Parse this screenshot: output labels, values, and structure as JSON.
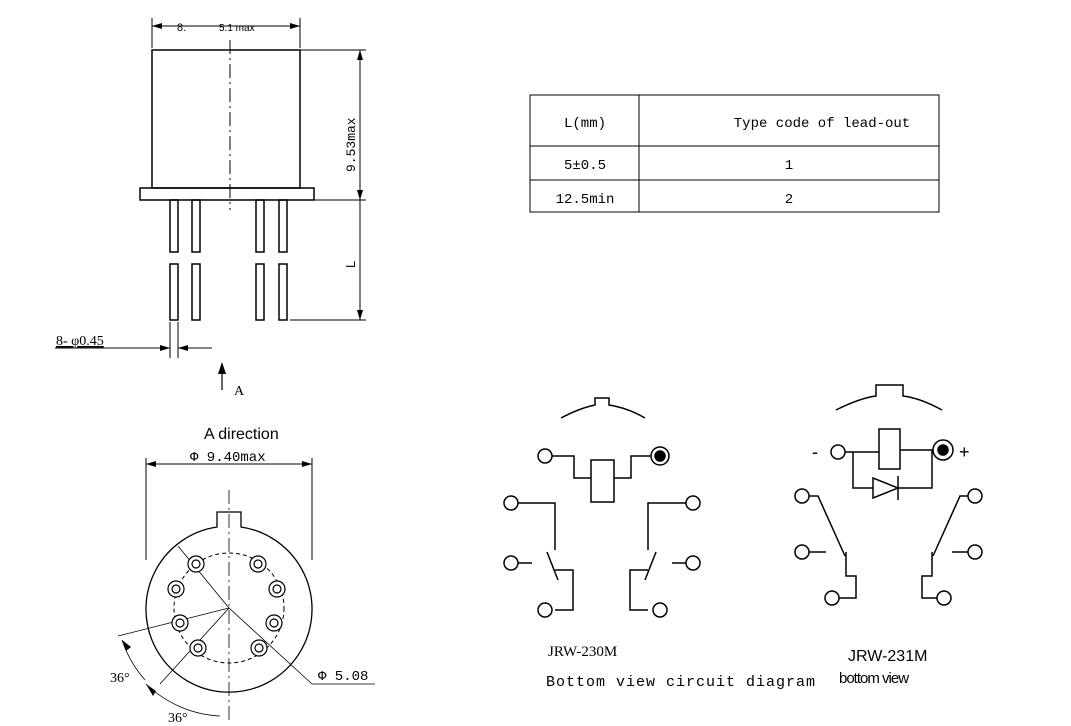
{
  "side_view": {
    "width_label_prefix": "8.",
    "width_label": "5.1 max",
    "height_label": "9.53max",
    "lead_length_label": "L",
    "pin_diameter_label": "8- φ0.45",
    "view_arrow_label": "A"
  },
  "lead_table": {
    "headers": [
      "L(mm)",
      "Type code of lead-out"
    ],
    "rows": [
      [
        "5±0.5",
        "1"
      ],
      [
        "12.5min",
        "2"
      ]
    ]
  },
  "bottom_view": {
    "title": "A direction",
    "outer_diameter_label": "Φ 9.40max",
    "pin_circle_label": "Φ 5.08",
    "angle_label_1": "36°",
    "angle_label_2": "36°"
  },
  "circuits": {
    "left_model": "JRW-230M",
    "right_model": "JRW-231M",
    "caption": "Bottom view circuit diagram",
    "right_caption": "bottom view",
    "minus_sign": "-",
    "plus_sign": "+"
  }
}
